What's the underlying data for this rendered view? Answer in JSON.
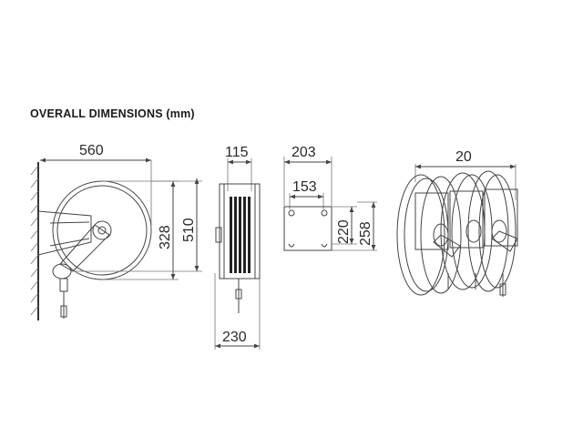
{
  "title": "OVERALL DIMENSIONS (mm)",
  "dimensions": {
    "width_560": "560",
    "drum_328": "328",
    "height_510": "510",
    "width_115": "115",
    "width_230": "230",
    "plate_203": "203",
    "plate_153": "153",
    "plate_220": "220",
    "plate_258": "258",
    "spacing_20": "20"
  }
}
